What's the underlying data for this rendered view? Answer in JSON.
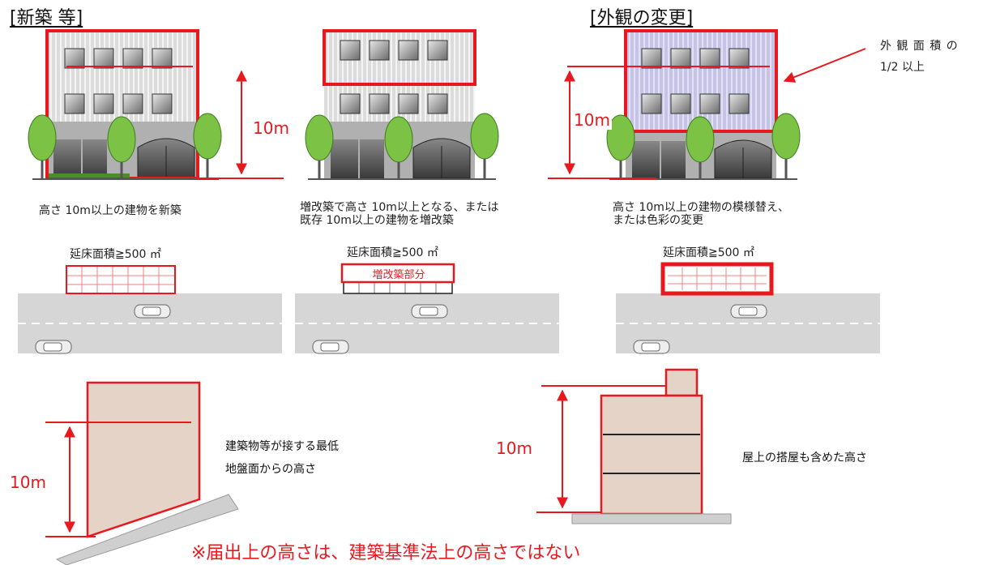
{
  "section_labels": {
    "new_build": "[新築 等]",
    "exterior_change": "[外観の変更]"
  },
  "callout": {
    "line1": "外 観 面 積 の",
    "line2": "1/2 以上"
  },
  "height_labels": {
    "a": "10m",
    "b": "10m",
    "c": "10m",
    "d": "10m"
  },
  "captions": {
    "p1": "高さ 10m以上の建物を新築",
    "p2_line1": "増改築で高さ 10m以上となる、または",
    "p2_line2": "既存 10m以上の建物を増改築",
    "p3_line1": "高さ 10m以上の建物の模様替え、",
    "p3_line2": "または色彩の変更"
  },
  "floor_area": {
    "p1": "延床面積≧500 ㎡",
    "p2": "延床面積≧500 ㎡",
    "p3": "延床面積≧500 ㎡"
  },
  "extension_label": "増改築部分",
  "notes": {
    "ground_line1": "建築物等が接する最低",
    "ground_line2": "地盤面からの高さ",
    "rooftop": "屋上の搭屋も含めた高さ"
  },
  "footnote": "※届出上の高さは、建築基準法上の高さではない",
  "colors": {
    "accent_red": "#e8191e",
    "facade_gray": "#d8d8d8",
    "facade_purple": "#c9c7e6",
    "tree_green": "#7cc245",
    "road": "#d6d6d6",
    "box_fill": "#e6d3c8"
  }
}
